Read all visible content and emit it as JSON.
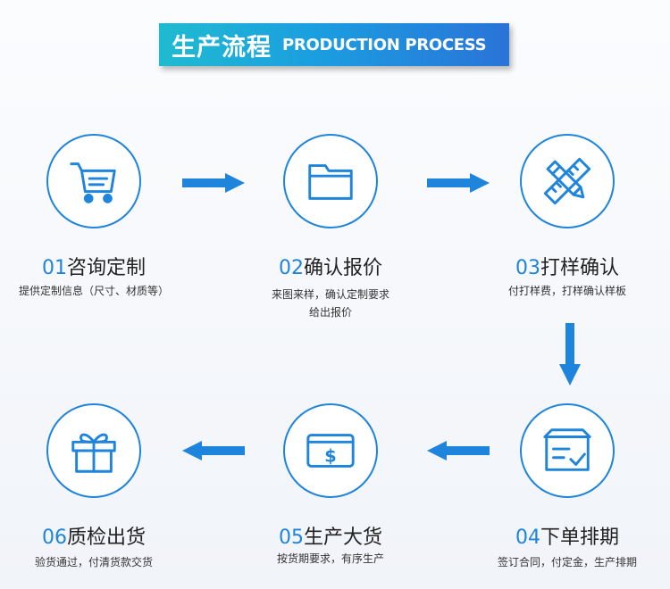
{
  "header": {
    "title_cn": "生产流程",
    "title_en": "PRODUCTION PROCESS"
  },
  "colors": {
    "accent": "#1e84dc",
    "banner_start": "#1fbbd1",
    "banner_end": "#2a73d8"
  },
  "steps": [
    {
      "num": "01",
      "title": "咨询定制",
      "desc": "提供定制信息（尺寸、材质等）",
      "desc2": "",
      "icon": "shopping-cart-icon"
    },
    {
      "num": "02",
      "title": "确认报价",
      "desc": "来图来样，确认定制要求",
      "desc2": "给出报价",
      "icon": "folder-icon"
    },
    {
      "num": "03",
      "title": "打样确认",
      "desc": "付打样费，打样确认样板",
      "desc2": "",
      "icon": "pencil-ruler-icon"
    },
    {
      "num": "04",
      "title": "下单排期",
      "desc": "签订合同，付定金，生产排期",
      "desc2": "",
      "icon": "box-check-icon"
    },
    {
      "num": "05",
      "title": "生产大货",
      "desc": "按货期要求，有序生产",
      "desc2": "",
      "icon": "money-bill-icon"
    },
    {
      "num": "06",
      "title": "质检出货",
      "desc": "验货通过，付清货款交货",
      "desc2": "",
      "icon": "gift-icon"
    }
  ]
}
